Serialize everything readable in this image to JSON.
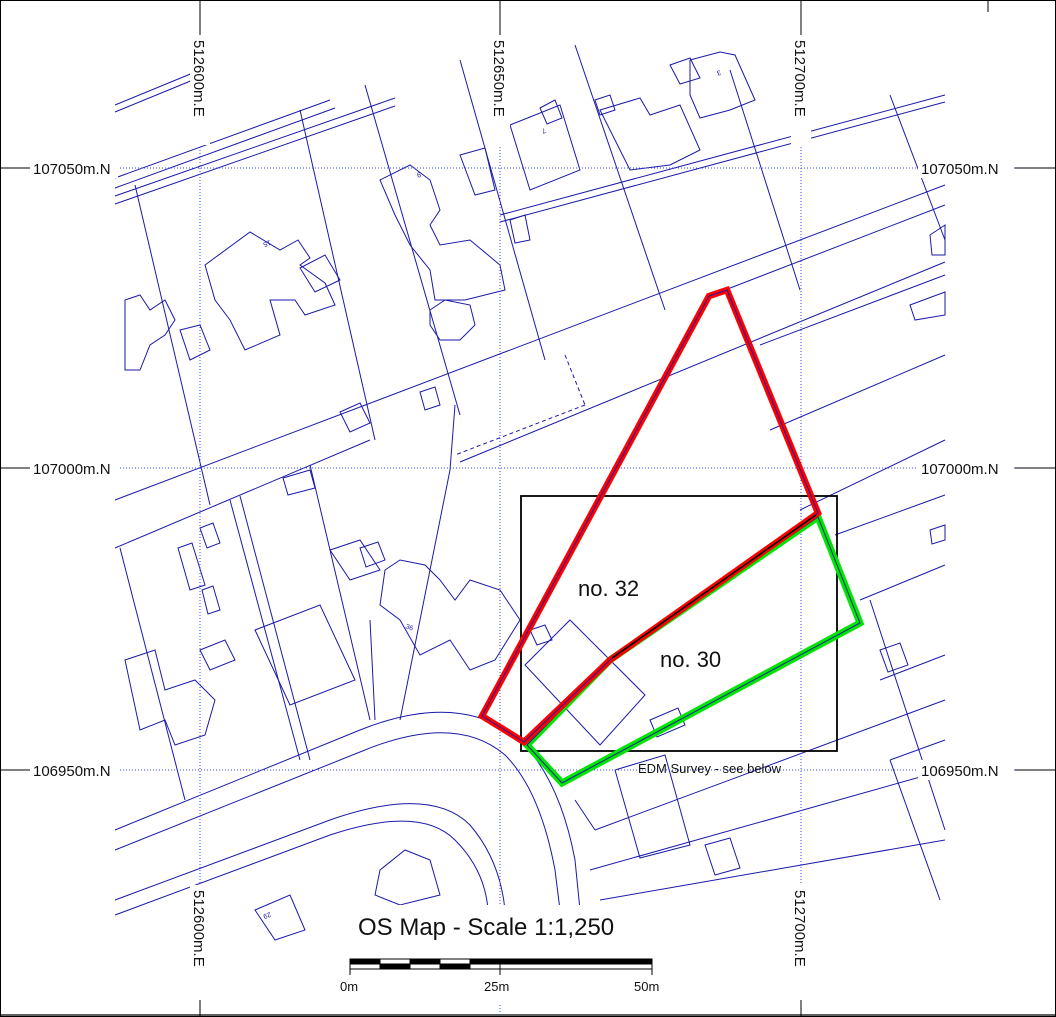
{
  "map": {
    "title": "OS Map - Scale 1:1,250",
    "scale_bar": {
      "labels": [
        "0m",
        "25m",
        "50m"
      ]
    },
    "grid": {
      "eastings": [
        {
          "label": "512600m.E",
          "label_bottom": "512600m.E"
        },
        {
          "label": "512650m.E"
        },
        {
          "label": "512700m.E",
          "label_bottom": "512700m.E"
        }
      ],
      "northings": [
        {
          "label_left": "107050m.N",
          "label_right": "107050m.N"
        },
        {
          "label_left": "107000m.N",
          "label_right": "107000m.N"
        },
        {
          "label_left": "106950m.N",
          "label_right": "106950m.N"
        }
      ]
    },
    "plots": [
      {
        "label": "no. 32",
        "color": "#ff0000"
      },
      {
        "label": "no. 30",
        "color": "#00e600"
      }
    ],
    "survey_box": {
      "label": "EDM Survey - see below"
    },
    "house_numbers": [
      "3",
      "7",
      "9",
      "15",
      "36",
      "29"
    ],
    "colors": {
      "linework": "#1a1aa8",
      "grid": "#3344ff",
      "frame": "#000000"
    }
  }
}
